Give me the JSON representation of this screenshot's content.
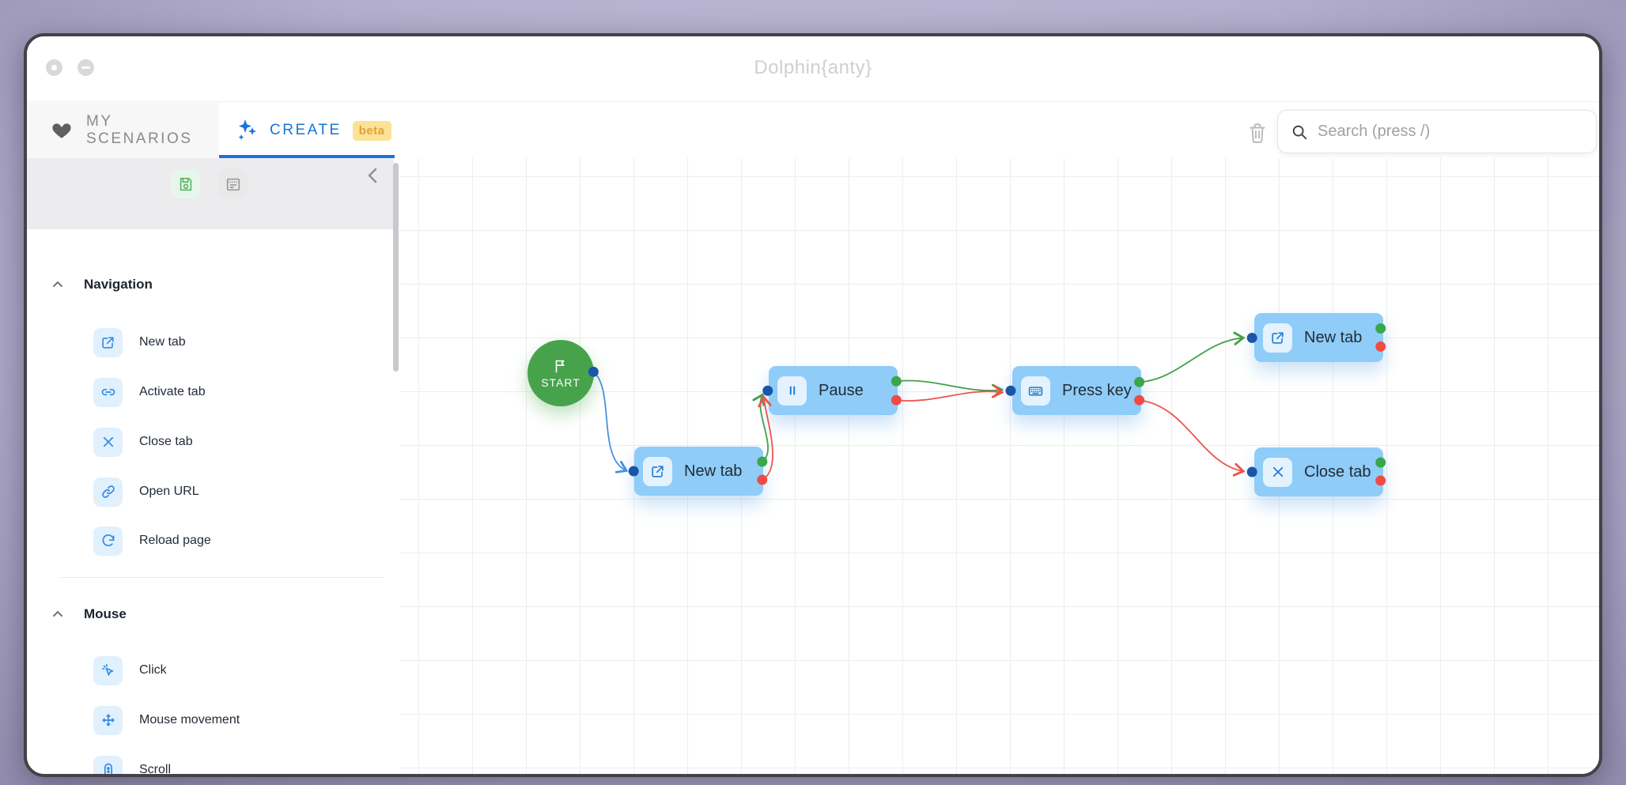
{
  "window": {
    "title": "Dolphin{anty}",
    "controls": [
      {
        "name": "back-button"
      },
      {
        "name": "minimize-button"
      }
    ]
  },
  "tabs": {
    "my_scenarios": {
      "label": "MY SCENARIOS",
      "icon": "heart-icon",
      "active": false
    },
    "create": {
      "label": "CREATE",
      "badge": "beta",
      "icon": "sparkles-icon",
      "active": true
    }
  },
  "toolbar": {
    "trash_icon": "trash-icon",
    "search_placeholder": "Search (press /)",
    "search_icon": "search-icon"
  },
  "sidebar": {
    "header_buttons": [
      {
        "icon": "save-icon",
        "color": "#5cb567"
      },
      {
        "icon": "log-icon",
        "color": "#9a9a9e"
      }
    ],
    "collapse_icon": "chevron-left-icon",
    "sections": [
      {
        "title": "Navigation",
        "items": [
          {
            "label": "New tab",
            "icon": "new-tab-icon"
          },
          {
            "label": "Activate tab",
            "icon": "activate-tab-icon"
          },
          {
            "label": "Close tab",
            "icon": "close-tab-icon"
          },
          {
            "label": "Open URL",
            "icon": "open-url-icon"
          },
          {
            "label": "Reload page",
            "icon": "reload-icon"
          }
        ]
      },
      {
        "title": "Mouse",
        "items": [
          {
            "label": "Click",
            "icon": "click-icon"
          },
          {
            "label": "Mouse movement",
            "icon": "mouse-movement-icon"
          },
          {
            "label": "Scroll",
            "icon": "scroll-icon"
          }
        ]
      }
    ]
  },
  "canvas": {
    "start_label": "START",
    "nodes": [
      {
        "id": "new-tab-1",
        "label": "New tab",
        "icon": "new-tab-icon"
      },
      {
        "id": "pause",
        "label": "Pause",
        "icon": "pause-icon"
      },
      {
        "id": "press-key",
        "label": "Press key",
        "icon": "keyboard-icon"
      },
      {
        "id": "new-tab-2",
        "label": "New tab",
        "icon": "new-tab-icon"
      },
      {
        "id": "close-tab",
        "label": "Close tab",
        "icon": "close-tab-icon"
      }
    ],
    "edges": [
      {
        "from": "start",
        "to": "new-tab-1",
        "type": "default",
        "color": "#4a90e2"
      },
      {
        "from": "new-tab-1:success",
        "to": "pause",
        "type": "success",
        "color": "#43a047"
      },
      {
        "from": "new-tab-1:error",
        "to": "pause",
        "type": "error",
        "color": "#ef5350"
      },
      {
        "from": "pause:success",
        "to": "press-key",
        "type": "success",
        "color": "#43a047"
      },
      {
        "from": "pause:error",
        "to": "press-key",
        "type": "error",
        "color": "#ef5350"
      },
      {
        "from": "press-key:success",
        "to": "new-tab-2",
        "type": "success",
        "color": "#43a047"
      },
      {
        "from": "press-key:error",
        "to": "close-tab",
        "type": "error",
        "color": "#ef5350"
      }
    ]
  },
  "colors": {
    "accent_blue": "#1a73d8",
    "node_bg": "#8fccf8",
    "node_chip_bg": "#e3f2fd",
    "icon_blue": "#1f7ad0",
    "start_green": "#47a24c",
    "port_in": "#1b55a8",
    "port_success": "#3ba64a",
    "port_error": "#ef4b45",
    "beta_bg": "#fbe294",
    "beta_text": "#dfa03c"
  }
}
